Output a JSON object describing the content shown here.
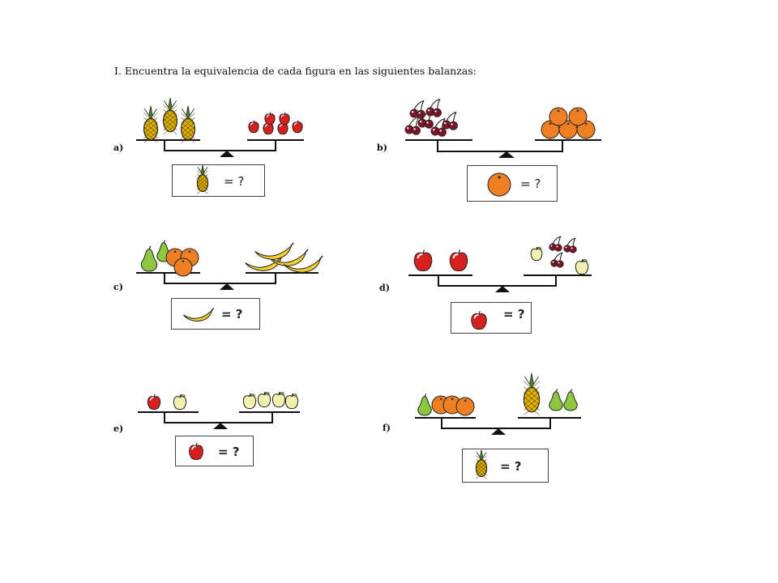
{
  "instruction": "I. Encuentra la equivalencia de cada figura en las siguientes balanzas:",
  "colors": {
    "pineapple": "#e0b400",
    "pineapple_leaf": "#3f8f1a",
    "apple": "#d61f1f",
    "cherry": "#7a1426",
    "orange": "#f07f24",
    "pear": "#8dc63f",
    "banana": "#f5d130",
    "yellow_apple": "#f3f0b0",
    "outline": "#222222"
  },
  "exercises": [
    {
      "label": "a)",
      "left_items": [
        "pineapple-icon",
        "pineapple-icon",
        "pineapple-icon"
      ],
      "right_items": [
        "apple-icon",
        "apple-icon",
        "apple-icon",
        "apple-icon",
        "apple-icon",
        "apple-icon"
      ],
      "question_item": "pineapple-icon",
      "question_text": "= ?"
    },
    {
      "label": "b)",
      "left_items": [
        "cherry-icon",
        "cherry-icon",
        "cherry-icon",
        "cherry-icon",
        "cherry-icon",
        "cherry-icon"
      ],
      "right_items": [
        "orange-icon",
        "orange-icon",
        "orange-icon",
        "orange-icon",
        "orange-icon"
      ],
      "question_item": "orange-icon",
      "question_text": "= ?"
    },
    {
      "label": "c)",
      "left_items": [
        "pear-icon",
        "pear-icon",
        "orange-icon",
        "orange-icon",
        "orange-icon"
      ],
      "right_items": [
        "banana-icon",
        "banana-icon",
        "banana-icon",
        "banana-icon"
      ],
      "question_item": "banana-icon",
      "question_text": "= ?"
    },
    {
      "label": "d)",
      "left_items": [
        "apple-icon",
        "apple-icon"
      ],
      "right_items": [
        "yellow-apple-icon",
        "cherry-icon",
        "cherry-icon",
        "cherry-icon",
        "yellow-apple-icon"
      ],
      "question_item": "apple-icon",
      "question_text": "= ?"
    },
    {
      "label": "e)",
      "left_items": [
        "apple-icon",
        "yellow-apple-icon"
      ],
      "right_items": [
        "yellow-apple-icon",
        "yellow-apple-icon",
        "yellow-apple-icon",
        "yellow-apple-icon"
      ],
      "question_item": "apple-icon",
      "question_text": "= ?"
    },
    {
      "label": "f)",
      "left_items": [
        "pear-icon",
        "orange-icon",
        "orange-icon",
        "orange-icon"
      ],
      "right_items": [
        "pineapple-icon",
        "pear-icon",
        "pear-icon"
      ],
      "question_item": "pineapple-icon",
      "question_text": "= ?"
    }
  ]
}
